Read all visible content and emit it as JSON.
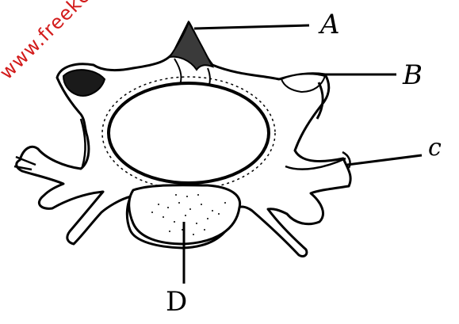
{
  "figure": {
    "labels": {
      "a": "A",
      "b": "B",
      "c": "c",
      "d": "D"
    },
    "watermark_text": "www.freekcse",
    "colors": {
      "ink": "#000000",
      "watermark": "#d31b1b",
      "background": "#ffffff"
    }
  }
}
